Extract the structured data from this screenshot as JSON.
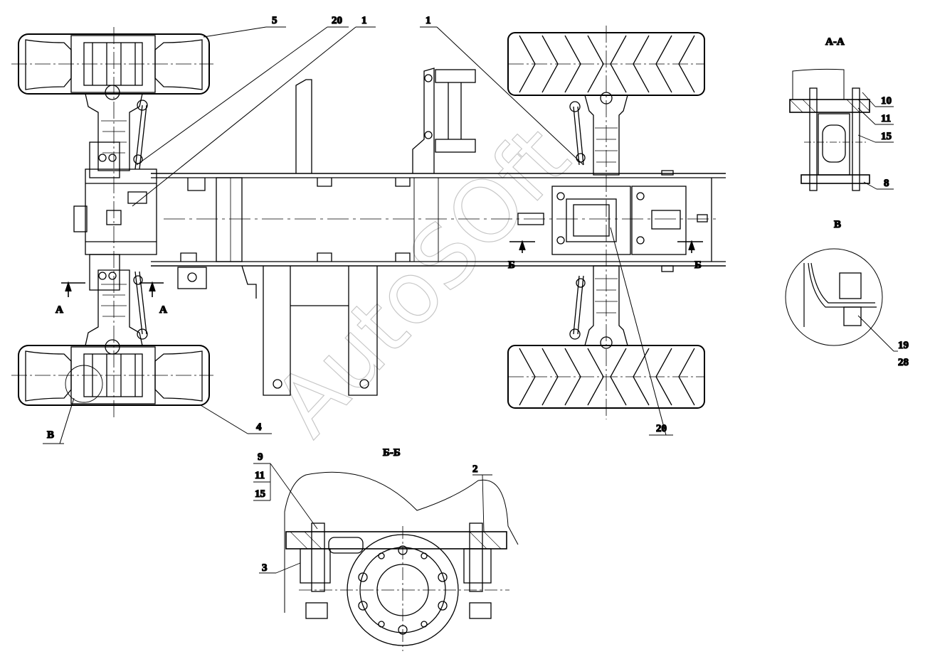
{
  "colors": {
    "ink": "#000000",
    "background": "#ffffff"
  },
  "watermark": {
    "text": "AutoSOft"
  },
  "section_titles": {
    "aa": "А-А",
    "v": "В",
    "bb": "Б-Б"
  },
  "section_marks": {
    "a": "А",
    "b": "Б",
    "v": "В"
  },
  "callouts": {
    "c5": "5",
    "c20_top": "20",
    "c1_left": "1",
    "c1_right": "1",
    "c4": "4",
    "c20_bottom": "20",
    "aa_10": "10",
    "aa_11": "11",
    "aa_15": "15",
    "aa_8": "8",
    "v_19": "19",
    "v_28": "28",
    "bb_9": "9",
    "bb_11": "11",
    "bb_15": "15",
    "bb_2": "2",
    "bb_3": "3"
  }
}
